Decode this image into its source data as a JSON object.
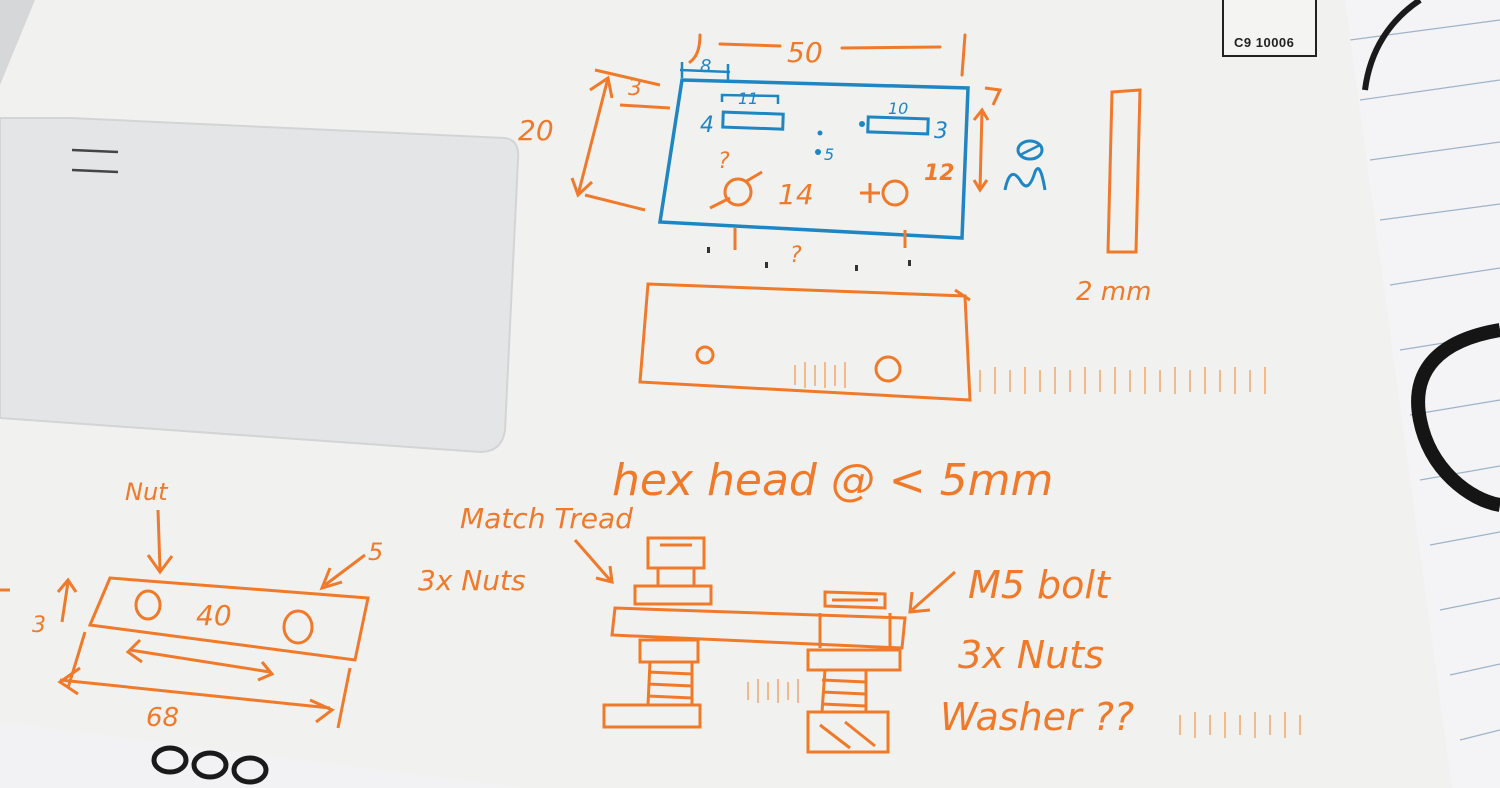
{
  "envelope": {
    "code": "C9 10006"
  },
  "sketch": {
    "dim_50": "50",
    "dim_8": "8",
    "dim_3_top": "3",
    "dim_20": "20",
    "dim_11": "11",
    "dim_4": "4",
    "dim_10": "10",
    "dim_3_right": "3",
    "dim_5_center": "5",
    "dim_14": "14",
    "dim_12": "12",
    "question_1": "?",
    "question_2": "?",
    "side_2mm": "2 mm",
    "hex_head_note": "hex head @ < 5mm",
    "nut_label": "Nut",
    "dim_40": "40",
    "dim_68": "68",
    "dim_5_small": "5",
    "dim_3_side": "3",
    "match_thread": "Match Tread",
    "nuts_3x_left": "3x Nuts",
    "m5_bolt": "M5 bolt",
    "nuts_3x_right": "3x Nuts",
    "washer": "Washer ??"
  },
  "colors": {
    "paper": "#f1f1ef",
    "orange_ink": "#f07a2a",
    "blue_ink": "#1f86c4",
    "window": "#e6e7e8"
  }
}
